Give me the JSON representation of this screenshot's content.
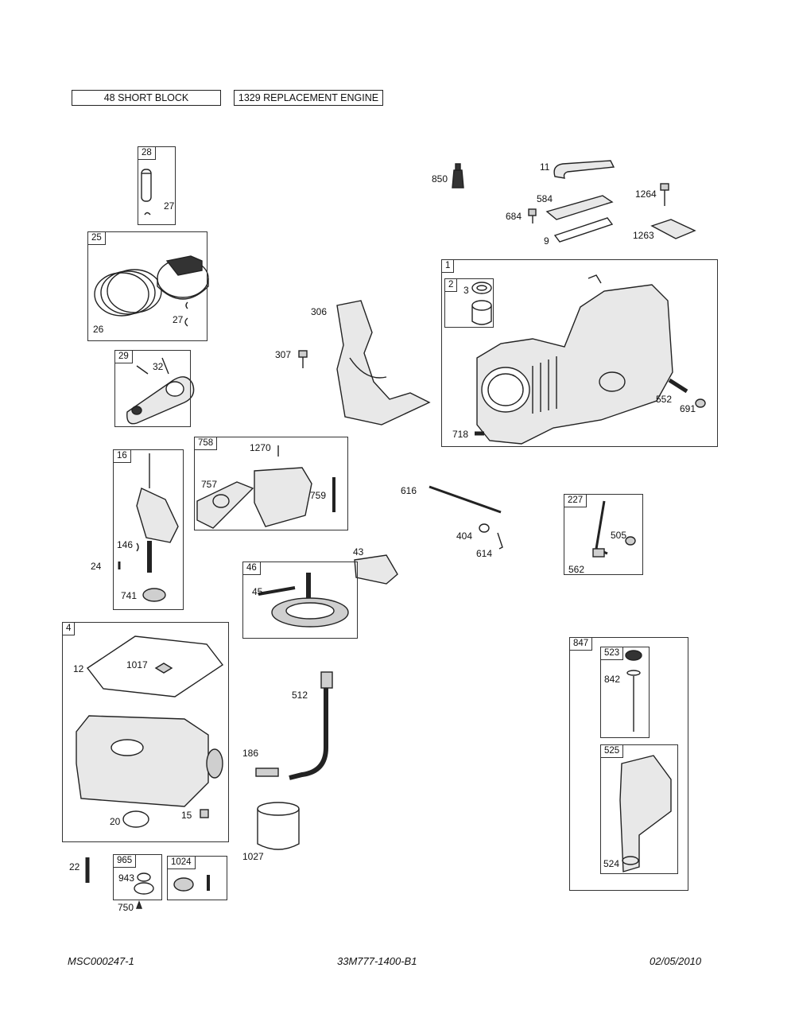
{
  "header": {
    "short_block": "48 SHORT BLOCK",
    "replacement_engine": "1329 REPLACEMENT ENGINE"
  },
  "groups": {
    "g28": "28",
    "g25": "25",
    "g29": "29",
    "g16": "16",
    "g758": "758",
    "g1": "1",
    "g2": "2",
    "g227": "227",
    "g46": "46",
    "g4": "4",
    "g847": "847",
    "g523": "523",
    "g525": "525",
    "g965": "965",
    "g1024": "1024"
  },
  "parts": {
    "p27a": "27",
    "p26": "26",
    "p27b": "27",
    "p32": "32",
    "p306": "306",
    "p307": "307",
    "p850": "850",
    "p11": "11",
    "p584": "584",
    "p684": "684",
    "p9": "9",
    "p1264": "1264",
    "p1263": "1263",
    "p3": "3",
    "p552": "552",
    "p691": "691",
    "p718": "718",
    "p1270": "1270",
    "p757": "757",
    "p759": "759",
    "p146": "146",
    "p24": "24",
    "p741": "741",
    "p616": "616",
    "p404": "404",
    "p614": "614",
    "p505": "505",
    "p562": "562",
    "p43": "43",
    "p45": "45",
    "p12": "12",
    "p1017": "1017",
    "p20": "20",
    "p15": "15",
    "p512": "512",
    "p186": "186",
    "p1027": "1027",
    "p842": "842",
    "p524": "524",
    "p22": "22",
    "p943": "943",
    "p750": "750"
  },
  "footer": {
    "left": "MSC000247-1",
    "center": "33M777-1400-B1",
    "date": "02/05/2010"
  },
  "icons": [
    "short-block-icon",
    "engine-icon"
  ]
}
